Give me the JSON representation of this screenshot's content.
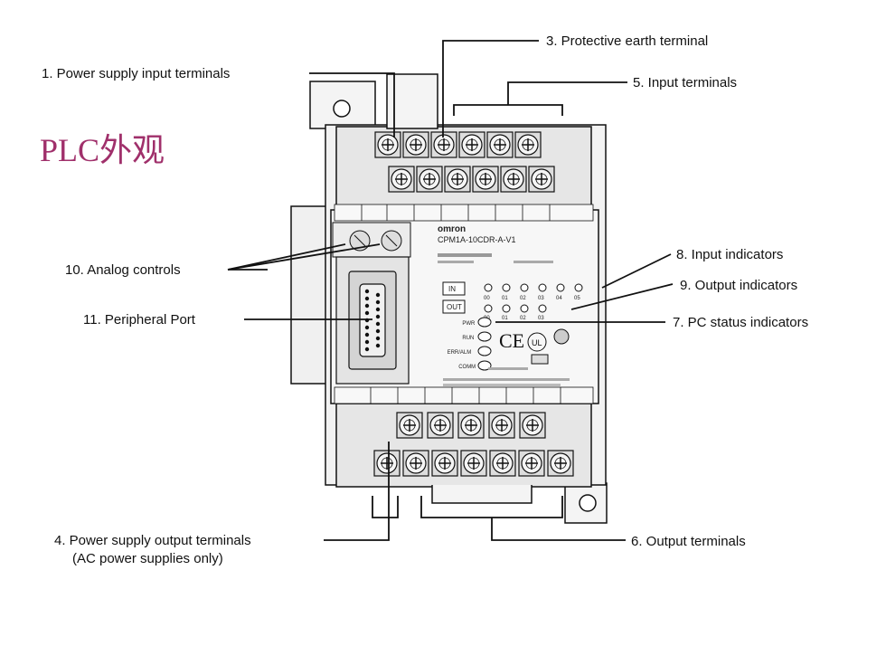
{
  "title": "PLC外观",
  "labels": {
    "l1": "1. Power supply input terminals",
    "l3": "3. Protective earth terminal",
    "l5": "5. Input terminals",
    "l8": "8. Input indicators",
    "l9": "9. Output indicators",
    "l7": "7. PC status indicators",
    "l10": "10. Analog controls",
    "l11": "11. Peripheral Port",
    "l4a": "4. Power supply output terminals",
    "l4b": "(AC power supplies only)",
    "l6": "6. Output terminals"
  },
  "device": {
    "brand": "omron",
    "model": "CPM1A-10CDR-A-V1",
    "in_label": "IN",
    "out_label": "OUT",
    "status": [
      "PWR",
      "RUN",
      "ERR/ALM",
      "COMM"
    ],
    "input_row": [
      "00",
      "01",
      "02",
      "03",
      "04",
      "05"
    ],
    "output_row": [
      "00",
      "01",
      "02",
      "03"
    ]
  },
  "colors": {
    "title": "#a0306b",
    "line": "#111111",
    "device_body": "#f2f2f2",
    "terminal_block": "#e6e6e6"
  }
}
